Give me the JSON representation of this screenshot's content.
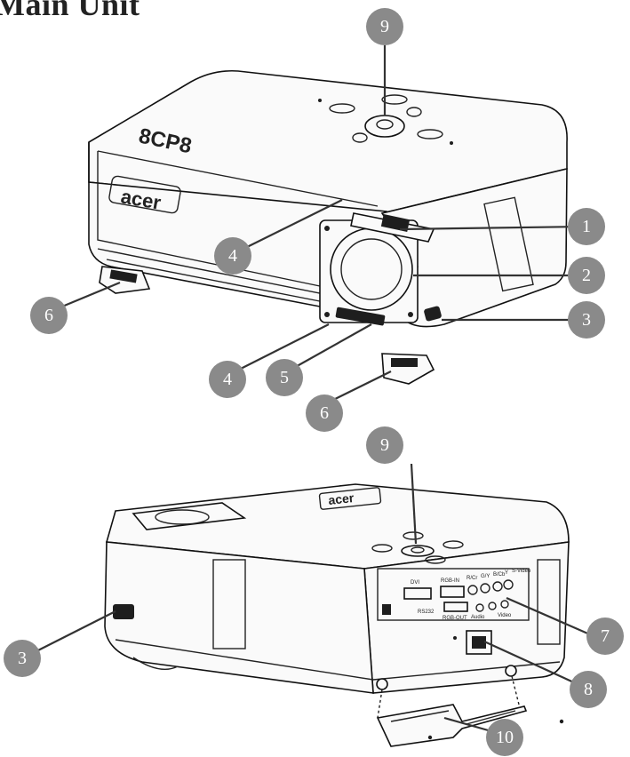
{
  "heading": "Main Unit",
  "brand": "acer",
  "callouts": [
    {
      "id": "c9-top",
      "label": "9"
    },
    {
      "id": "c1",
      "label": "1"
    },
    {
      "id": "c2",
      "label": "2"
    },
    {
      "id": "c3-top",
      "label": "3"
    },
    {
      "id": "c4-upper",
      "label": "4"
    },
    {
      "id": "c4-lower",
      "label": "4"
    },
    {
      "id": "c5",
      "label": "5"
    },
    {
      "id": "c6-left",
      "label": "6"
    },
    {
      "id": "c6-right",
      "label": "6"
    },
    {
      "id": "c9-bottom",
      "label": "9"
    },
    {
      "id": "c3-bottom",
      "label": "3"
    },
    {
      "id": "c7",
      "label": "7"
    },
    {
      "id": "c8",
      "label": "8"
    },
    {
      "id": "c10",
      "label": "10"
    }
  ],
  "rear_panel": {
    "port_labels": [
      "DVI",
      "RGB-IN",
      "R/Cr",
      "G/Y",
      "B/Cb",
      "Y",
      "S-Video",
      "RGB-OUT",
      "Audio",
      "RS232",
      "Video"
    ]
  },
  "colors": {
    "callout": "#8a8a8a",
    "line": "#333333"
  }
}
